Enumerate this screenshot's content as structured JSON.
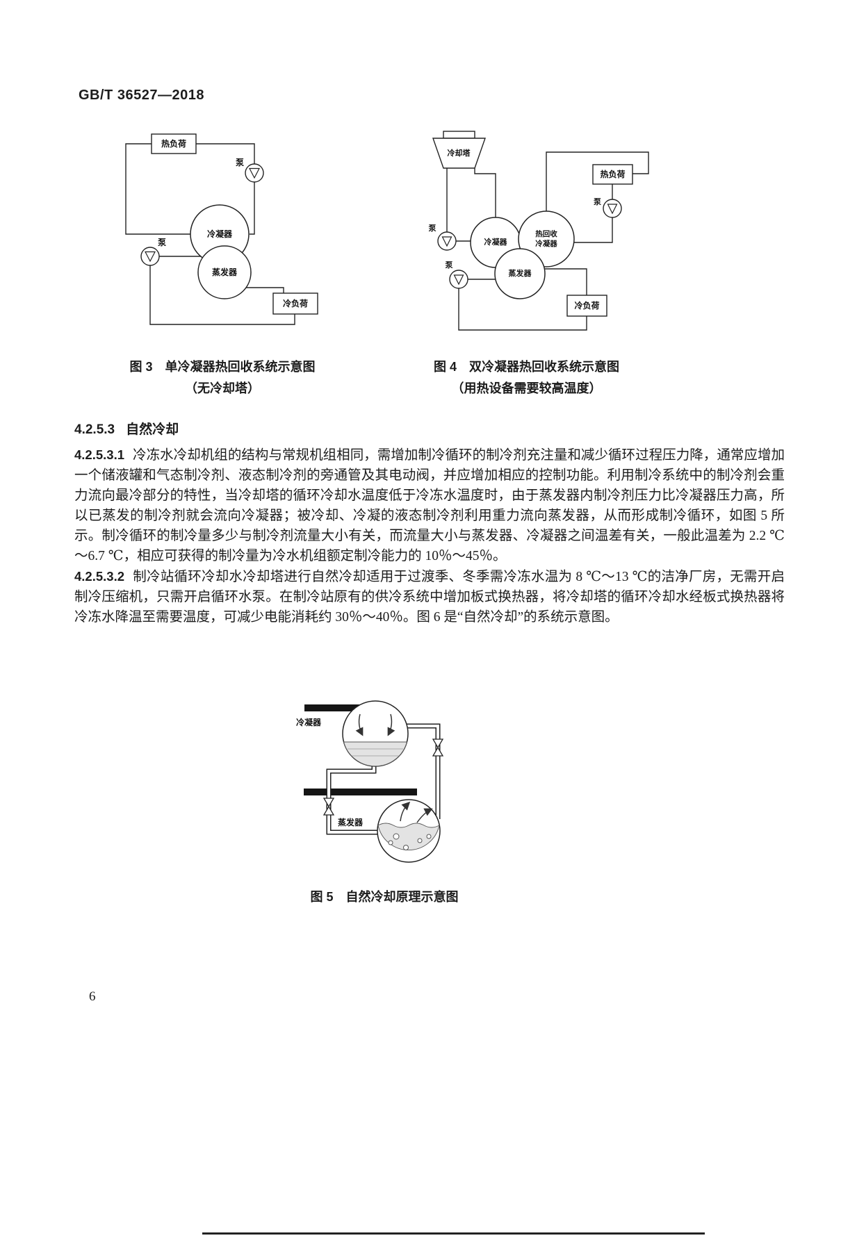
{
  "page": {
    "header": "GB/T 36527—2018",
    "page_number": "6"
  },
  "section": {
    "number": "4.2.5.3",
    "title": "自然冷却"
  },
  "paragraphs": {
    "p1": {
      "number": "4.2.5.3.1",
      "text": "冷冻水冷却机组的结构与常规机组相同，需增加制冷循环的制冷剂充注量和减少循环过程压力降，通常应增加一个储液罐和气态制冷剂、液态制冷剂的旁通管及其电动阀，并应增加相应的控制功能。利用制冷系统中的制冷剂会重力流向最冷部分的特性，当冷却塔的循环冷却水温度低于冷冻水温度时，由于蒸发器内制冷剂压力比冷凝器压力高，所以已蒸发的制冷剂就会流向冷凝器；被冷却、冷凝的液态制冷剂利用重力流向蒸发器，从而形成制冷循环，如图 5 所示。制冷循环的制冷量多少与制冷剂流量大小有关，而流量大小与蒸发器、冷凝器之间温差有关，一般此温差为 2.2 ℃～6.7 ℃，相应可获得的制冷量为冷水机组额定制冷能力的 10％～45％。"
    },
    "p2": {
      "number": "4.2.5.3.2",
      "text": "制冷站循环冷却水冷却塔进行自然冷却适用于过渡季、冬季需冷冻水温为 8 ℃～13 ℃的洁净厂房，无需开启制冷压缩机，只需开启循环水泵。在制冷站原有的供冷系统中增加板式换热器，将冷却塔的循环冷却水经板式换热器将冷冻水降温至需要温度，可减少电能消耗约 30％～40％。图 6 是“自然冷却”的系统示意图。"
    }
  },
  "figure3": {
    "caption_line1": "图 3　单冷凝器热回收系统示意图",
    "caption_line2": "（无冷却塔）",
    "labels": {
      "heat_load": "热负荷",
      "pump_top": "泵",
      "pump_left": "泵",
      "condenser": "冷凝器",
      "evaporator": "蒸发器",
      "cooling_load": "冷负荷"
    }
  },
  "figure4": {
    "caption_line1": "图 4　双冷凝器热回收系统示意图",
    "caption_line2": "（用热设备需要较高温度）",
    "labels": {
      "cooling_tower": "冷却塔",
      "heat_load": "热负荷",
      "pump_tower": "泵",
      "pump_chilled": "泵",
      "pump_heat": "泵",
      "condenser": "冷凝器",
      "hr_condenser_line1": "热回收",
      "hr_condenser_line2": "冷凝器",
      "evaporator": "蒸发器",
      "cooling_load": "冷负荷"
    }
  },
  "figure5": {
    "caption": "图 5　自然冷却原理示意图",
    "labels": {
      "condenser": "冷凝器",
      "evaporator": "蒸发器"
    }
  }
}
